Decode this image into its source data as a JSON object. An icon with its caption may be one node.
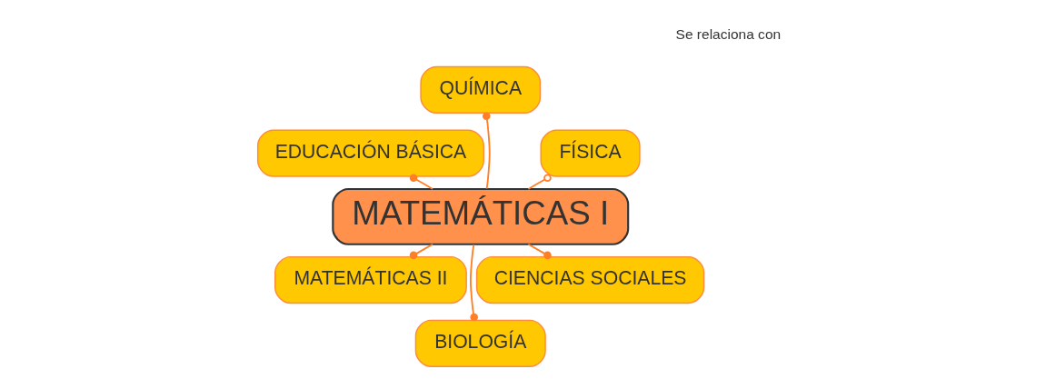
{
  "diagram": {
    "nodes": [
      {
        "text": [
          "MATEMÁTICAS I"
        ]
      },
      {
        "text": [
          "FÍSICA"
        ]
      },
      {
        "text": [
          "QUÍMICA"
        ]
      },
      {
        "text": [
          "EDUCACIÓN BÁSICA"
        ]
      },
      {
        "text": [
          "MATEMÁTICAS II"
        ]
      },
      {
        "text": [
          "BIOLOGÍA"
        ]
      },
      {
        "text": [
          "CIENCIAS SOCIALES"
        ]
      }
    ],
    "edges": [
      {
        "from": 0,
        "to": 1,
        "arrow": "other"
      },
      {
        "from": 0,
        "to": 2,
        "arrow": "other"
      },
      {
        "from": 0,
        "to": 3,
        "arrow": "other"
      },
      {
        "from": 0,
        "to": 4,
        "arrow": "other"
      },
      {
        "from": 0,
        "to": 5,
        "arrow": "other"
      },
      {
        "from": 0,
        "to": 6,
        "arrow": "other"
      }
    ],
    "labels": [
      "Se relaciona con"
    ]
  }
}
